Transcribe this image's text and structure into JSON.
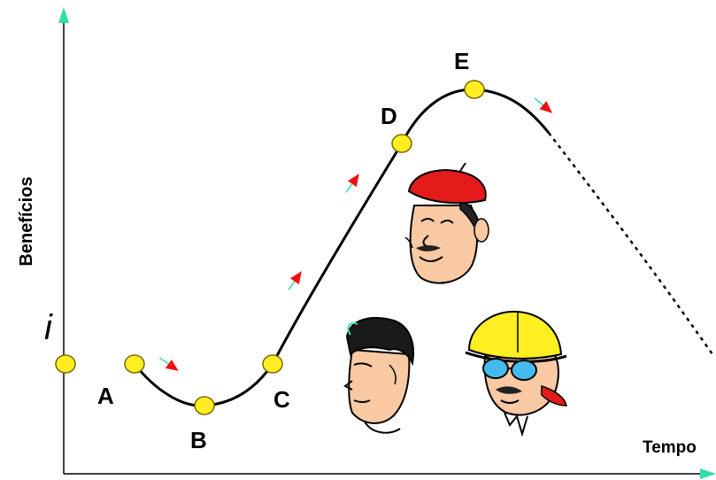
{
  "axes": {
    "y_label": "Benefícios",
    "x_label": "Tempo",
    "y_marker": "i",
    "arrow_color": "#33ddaa"
  },
  "points": [
    {
      "label": "A"
    },
    {
      "label": "B"
    },
    {
      "label": "C"
    },
    {
      "label": "D"
    },
    {
      "label": "E"
    }
  ],
  "colors": {
    "point_fill": "#ffee22",
    "point_stroke": "#7a6a00",
    "direction_arrow": "#ee1111",
    "curve": "#000000"
  },
  "illustrations": [
    "man-with-red-beret",
    "man-with-quiff",
    "man-with-yellow-hard-hat"
  ]
}
